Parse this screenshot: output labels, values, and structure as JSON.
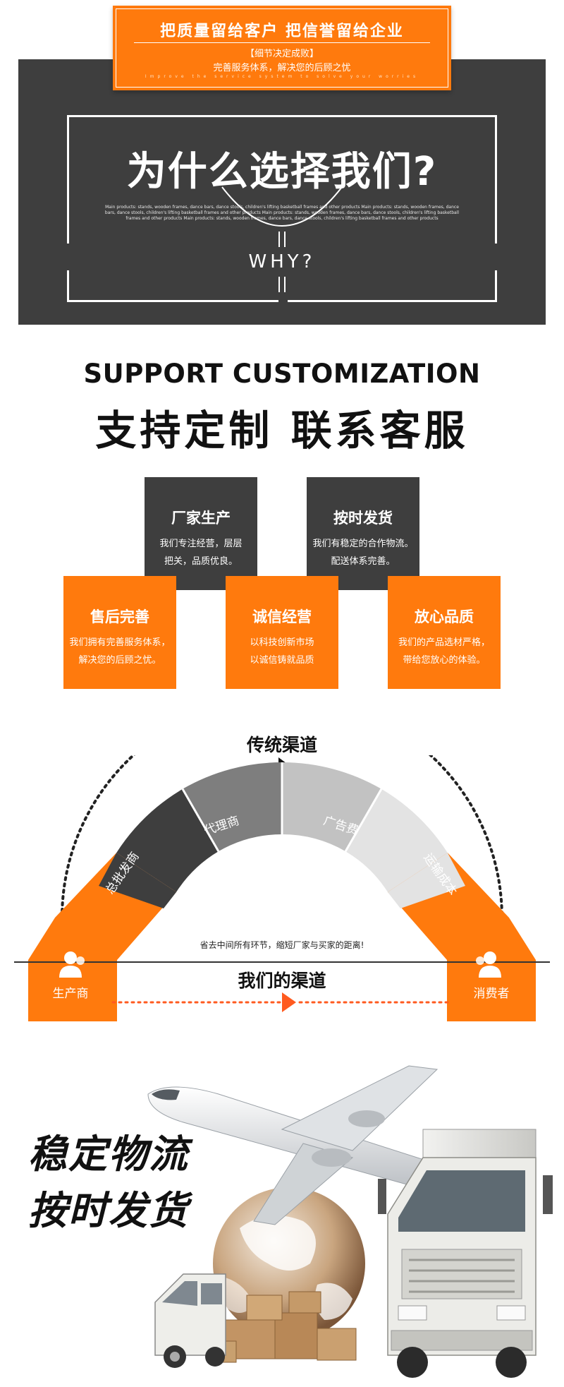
{
  "banner": {
    "title": "把质量留给客户 把信誉留给企业",
    "sub1": "【细节决定成败】",
    "sub2": "完善服务体系，解决您的后顾之忧",
    "tiny": "Improve the service system to solve your worries"
  },
  "why": {
    "title": "为什么选择我们?",
    "desc": "Main products: stands, wooden frames, dance bars, dance stools, children's lifting basketball frames and other products Main products: stands, wooden frames, dance bars, dance stools, children's lifting basketball frames and other products Main products: stands, wooden frames, dance bars, dance stools, children's lifting basketball frames and other products Main products: stands, wooden frames, dance bars, dance stools, children's lifting basketball frames and other products",
    "word": "WHY?"
  },
  "support": {
    "en": "SUPPORT CUSTOMIZATION",
    "cn": "支持定制 联系客服"
  },
  "cards": [
    {
      "title": "厂家生产",
      "line1": "我们专注经营，层层",
      "line2": "把关，品质优良。"
    },
    {
      "title": "按时发货",
      "line1": "我们有稳定的合作物流。",
      "line2": "配送体系完善。"
    },
    {
      "title": "售后完善",
      "line1": "我们拥有完善服务体系，",
      "line2": "解决您的后顾之忧。"
    },
    {
      "title": "诚信经营",
      "line1": "以科技创新市场",
      "line2": "以诚信铸就品质"
    },
    {
      "title": "放心品质",
      "line1": "我们的产品选材严格，",
      "line2": "带给您放心的体验。"
    }
  ],
  "channels": {
    "traditional": "传统渠道",
    "segments": [
      "总批发商",
      "代理商",
      "广告费",
      "运输成本"
    ],
    "omit": "省去中间所有环节，缩短厂家与买家的距离!",
    "ours": "我们的渠道",
    "producer": "生产商",
    "consumer": "消费者"
  },
  "logistics": {
    "line1": "稳定物流",
    "line2": "按时发货"
  },
  "colors": {
    "orange": "#ff7a0d",
    "dark": "#3e3e3e",
    "white": "#ffffff"
  }
}
